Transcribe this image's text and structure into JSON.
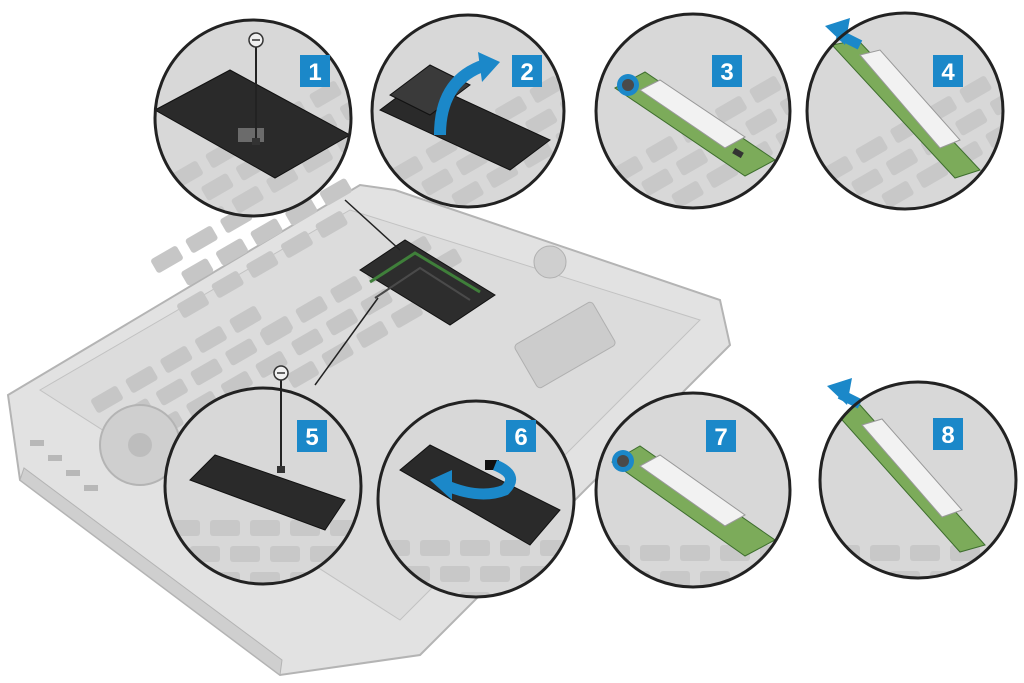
{
  "figure": {
    "accent_color": "#1b88c9",
    "laptop_color": "#d6d6d6",
    "module_color": "#2b2b2b",
    "ssd_color": "#7cab5a"
  },
  "steps": [
    {
      "number": "1",
      "action": "remove-screw",
      "icon": "screwdriver-icon"
    },
    {
      "number": "2",
      "action": "lift-cover",
      "icon": "curved-arrow-icon"
    },
    {
      "number": "3",
      "action": "remove-ssd-screw",
      "icon": "screw-icon"
    },
    {
      "number": "4",
      "action": "slide-out-ssd",
      "icon": "arrow-icon"
    },
    {
      "number": "5",
      "action": "remove-screw",
      "icon": "screwdriver-icon"
    },
    {
      "number": "6",
      "action": "lift-cover",
      "icon": "curved-arrow-icon"
    },
    {
      "number": "7",
      "action": "remove-ssd-screw",
      "icon": "screw-icon"
    },
    {
      "number": "8",
      "action": "slide-out-ssd",
      "icon": "arrow-icon"
    }
  ]
}
